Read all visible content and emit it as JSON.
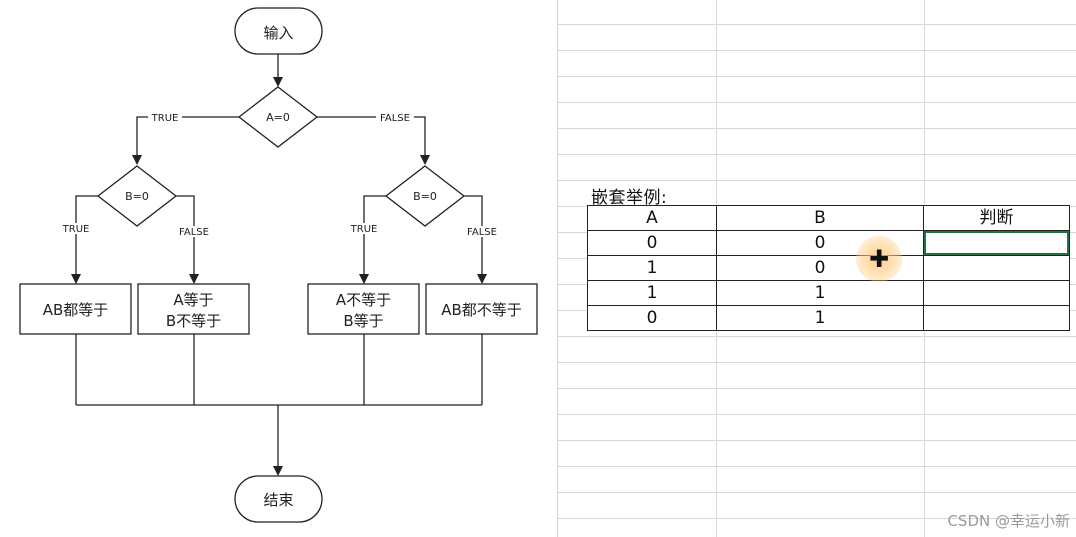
{
  "flowchart": {
    "start_label": "输入",
    "end_label": "结束",
    "decision_top": "A=0",
    "decision_left": "B=0",
    "decision_right": "B=0",
    "edge_true": "TRUE",
    "edge_false": "FALSE",
    "box1": [
      "AB都等于"
    ],
    "box2": [
      "A等于",
      "B不等于"
    ],
    "box3": [
      "A不等于",
      "B等于"
    ],
    "box4": [
      "AB都不等于"
    ]
  },
  "spreadsheet": {
    "caption": "嵌套举例:",
    "headers": [
      "A",
      "B",
      "判断"
    ],
    "rows": [
      [
        "0",
        "0",
        ""
      ],
      [
        "1",
        "0",
        ""
      ],
      [
        "1",
        "1",
        ""
      ],
      [
        "0",
        "1",
        ""
      ]
    ]
  },
  "watermark": "CSDN @幸运小新",
  "colors": {
    "selection": "#217346",
    "cursor_highlight": "#ffc46e"
  },
  "icons": {
    "cursor": "excel-cross-cursor-icon"
  }
}
